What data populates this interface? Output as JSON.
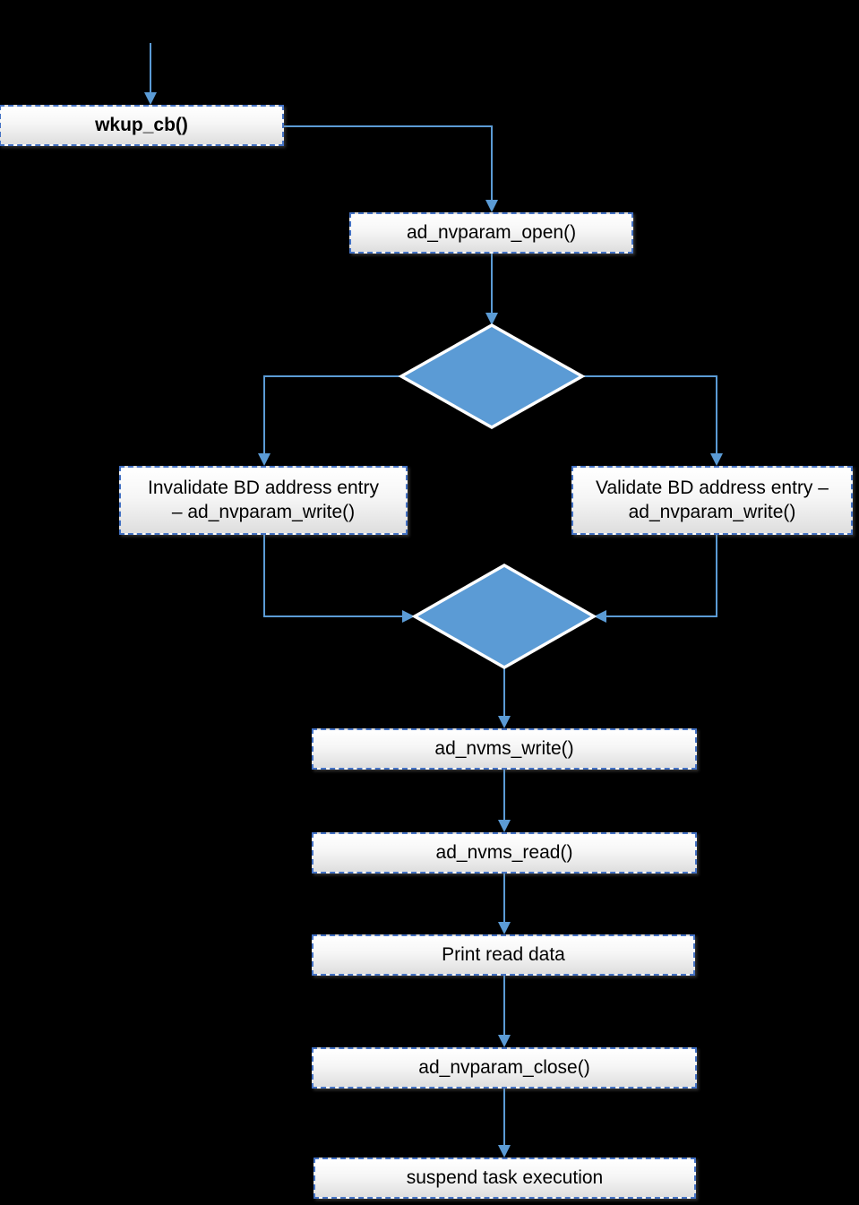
{
  "diagram": {
    "title_semantic": "NVPARAM wake-up flow chart",
    "colors": {
      "background": "#000000",
      "connector": "#5B9BD5",
      "arrowhead": "#5B9BD5",
      "decision_fill": "#5B9BD5",
      "decision_border": "#FFFFFF",
      "box_border": "#4472C4",
      "box_fill_top": "#FFFFFF",
      "box_fill_bottom": "#DEDEDE",
      "text": "#000000"
    },
    "nodes": {
      "wkup": {
        "label": "wkup_cb()"
      },
      "open": {
        "label": "ad_nvparam_open()"
      },
      "invalidate": {
        "line1": "Invalidate BD address entry",
        "line2": "– ad_nvparam_write()"
      },
      "validate": {
        "line1": "Validate BD address entry –",
        "line2": "ad_nvparam_write()"
      },
      "decision1": {
        "label": ""
      },
      "decision2": {
        "label": ""
      },
      "write": {
        "label": "ad_nvms_write()"
      },
      "read": {
        "label": "ad_nvms_read()"
      },
      "print": {
        "label": "Print read data"
      },
      "close": {
        "label": "ad_nvparam_close()"
      },
      "suspend": {
        "label": "suspend task execution"
      }
    }
  }
}
